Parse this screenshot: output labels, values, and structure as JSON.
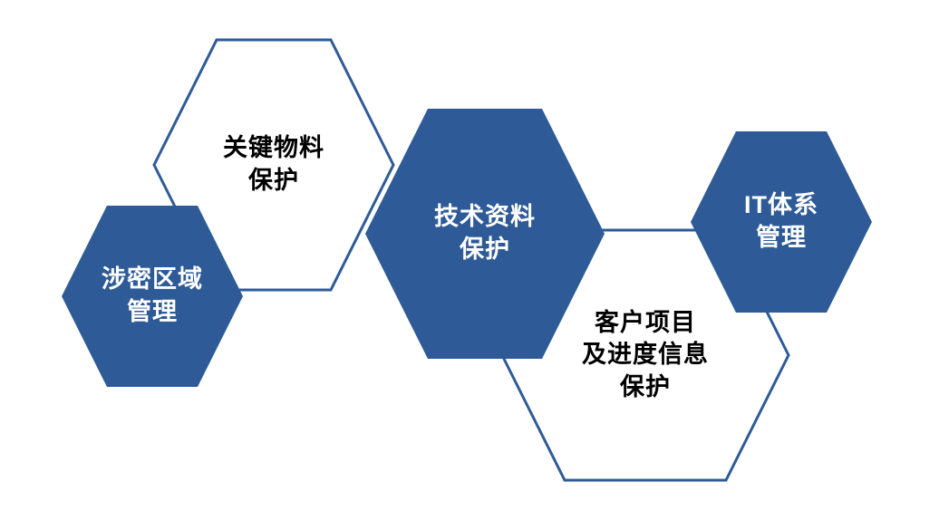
{
  "colors": {
    "hex_fill": "#2e5b97",
    "hex_stroke": "#2e5b97",
    "hex_white": "#ffffff",
    "text_on_fill": "#ffffff",
    "text_on_white": "#000000",
    "background": "#ffffff"
  },
  "hexagons": [
    {
      "name": "classified-area-management",
      "variant": "filled",
      "lines": [
        "涉密区域",
        "管理"
      ]
    },
    {
      "name": "key-materials-protection",
      "variant": "outlined",
      "lines": [
        "关键物料",
        "保护"
      ]
    },
    {
      "name": "technical-data-protection",
      "variant": "filled",
      "lines": [
        "技术资料",
        "保护"
      ]
    },
    {
      "name": "customer-project-progress-info-protection",
      "variant": "outlined",
      "lines": [
        "客户项目",
        "及进度信息",
        "保护"
      ]
    },
    {
      "name": "it-system-management",
      "variant": "filled",
      "lines": [
        "IT体系",
        "管理"
      ]
    }
  ]
}
